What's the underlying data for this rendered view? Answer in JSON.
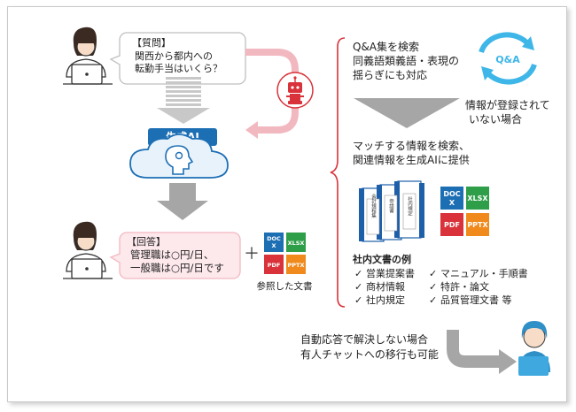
{
  "question": {
    "header": "【質問】",
    "line1": "関西から都内への",
    "line2": "転勤手当はいくら？"
  },
  "ai_label": "生成AI",
  "answer": {
    "header": "【回答】",
    "line1": "管理職は○円/日、",
    "line2": "一般職は○円/日です"
  },
  "plus_sign": "＋",
  "referenced_docs_label": "参照した文書",
  "doc_icons": {
    "docx": "DOC\nX",
    "xlsx": "XLSX",
    "pdf": "PDF",
    "pptx": "PPTX"
  },
  "qa_search": {
    "line1": "Q&A集を検索",
    "line2": "同義語類義語・表現の",
    "line3": "揺らぎにも対応"
  },
  "qa_icon_text": "Q&A",
  "not_registered": {
    "line1": "情報が登録されて",
    "line2": "いない場合"
  },
  "match_search": {
    "line1": "マッチする情報を検索、",
    "line2": "関連情報を生成AIに提供"
  },
  "binder_labels": [
    "社内規定",
    "申請書",
    "会計規程集"
  ],
  "internal_docs": {
    "title": "社内文書の例",
    "left_items": [
      "営業提案書",
      "商材情報",
      "社内規定"
    ],
    "right_items": [
      "マニュアル・手順書",
      "特許・論文",
      "品質管理文書 等"
    ]
  },
  "escalation": {
    "line1": "自動応答で解決しない場合",
    "line2": "有人チャットへの移行も可能"
  },
  "colors": {
    "accent_blue": "#1d6fb4",
    "pink": "#f2b8c0",
    "answer_bg": "#fde8ec",
    "red": "#d9323a",
    "gray": "#a6a6a6"
  }
}
